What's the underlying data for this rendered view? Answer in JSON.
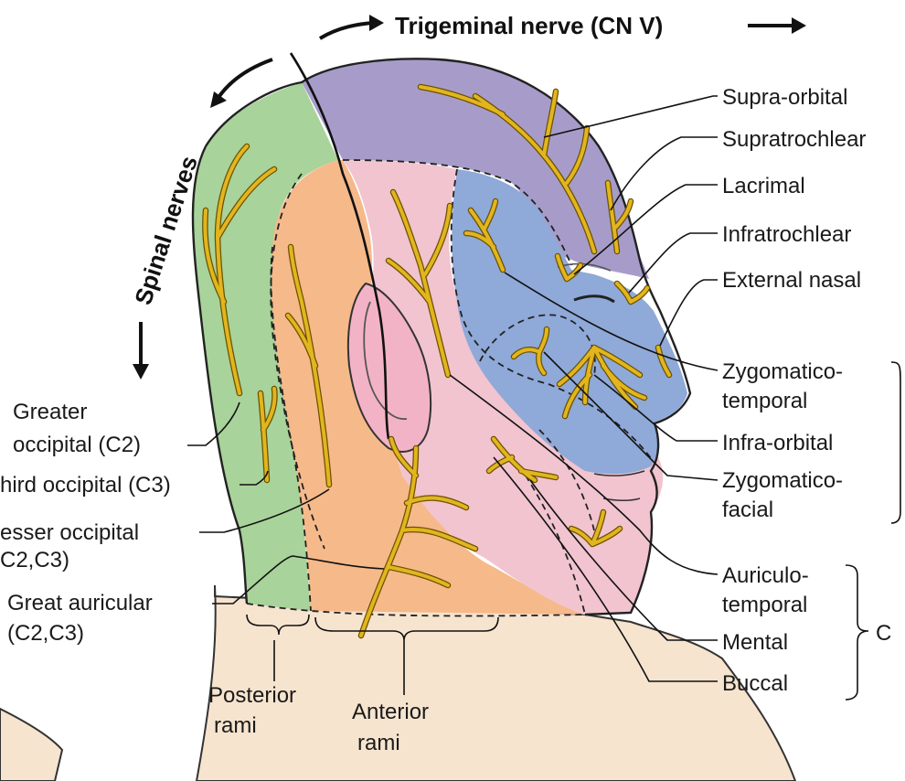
{
  "colors": {
    "ophthalmic": "#a79cc9",
    "maxillary": "#8fa9d8",
    "mandibular": "#f1c4cf",
    "cervical_anterior": "#f6b98a",
    "spinal_posterior": "#a8d39a",
    "neck": "#f6e4cf",
    "nerve": "#e3b51e"
  },
  "header": {
    "trigeminal": "Trigeminal nerve (CN V)",
    "spinal": "Spinal nerves"
  },
  "labels": {
    "supra_orbital": "Supra-orbital",
    "supratrochlear": "Supratrochlear",
    "lacrimal": "Lacrimal",
    "infratrochlear": "Infratrochlear",
    "external_nasal": "External nasal",
    "zygomaticotemporal_1": "Zygomatico-",
    "zygomaticotemporal_2": "temporal",
    "infra_orbital": "Infra-orbital",
    "zygomaticofacial_1": "Zygomatico-",
    "zygomaticofacial_2": "facial",
    "auriculotemporal_1": "Auriculo-",
    "auriculotemporal_2": "temporal",
    "mental": "Mental",
    "buccal": "Buccal",
    "cn_fragment": "C",
    "greater_occipital_1": "Greater",
    "greater_occipital_2": "occipital (C2)",
    "third_occipital": "hird occipital (C3)",
    "lesser_occipital_1": "esser occipital",
    "lesser_occipital_2": "C2,C3)",
    "great_auricular_1": "Great auricular",
    "great_auricular_2": "(C2,C3)",
    "posterior_rami_1": "Posterior",
    "posterior_rami_2": "rami",
    "anterior_rami_1": "Anterior",
    "anterior_rami_2": "rami"
  }
}
